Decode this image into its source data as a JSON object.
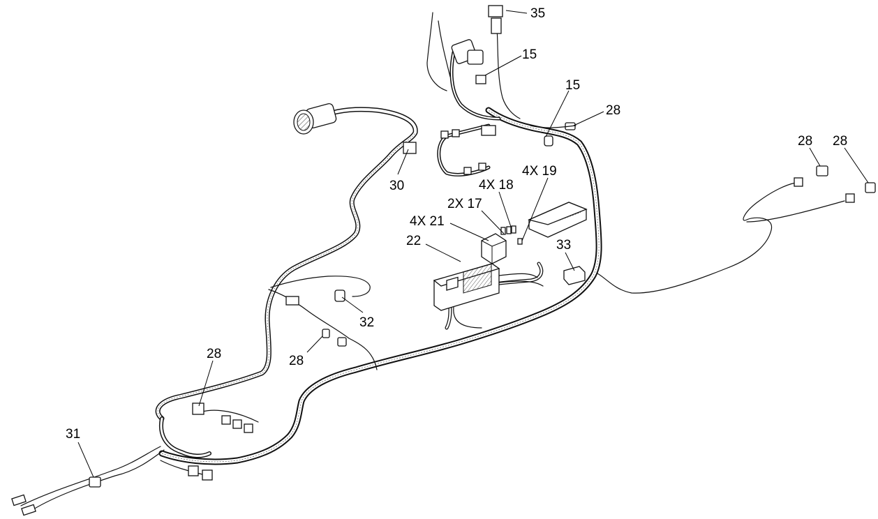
{
  "labels": {
    "l35": "35",
    "l15a": "15",
    "l15b": "15",
    "l28a": "28",
    "l28b": "28",
    "l28c": "28",
    "l30": "30",
    "l4x19": "4X 19",
    "l4x18": "4X 18",
    "l2x17": "2X 17",
    "l4x21": "4X 21",
    "l22": "22",
    "l33": "33",
    "l32": "32",
    "l28d": "28",
    "l28e": "28",
    "l31": "31"
  }
}
